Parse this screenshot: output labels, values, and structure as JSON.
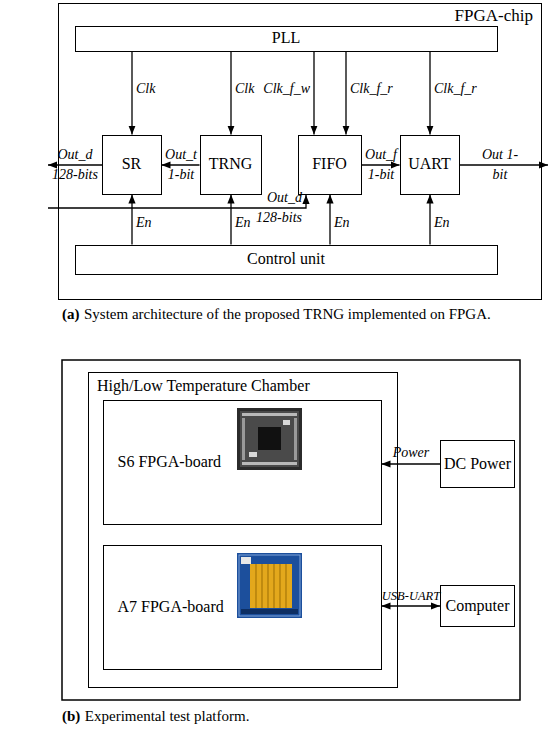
{
  "diagram": {
    "nodes": [
      {
        "text": [
          "FPGA-chip"
        ]
      },
      {
        "text": [
          "PLL"
        ],
        "in": 0
      },
      {
        "text": [
          "SR"
        ],
        "in": 0
      },
      {
        "text": [
          "TRNG"
        ],
        "in": 0
      },
      {
        "text": [
          "FIFO"
        ],
        "in": 0
      },
      {
        "text": [
          "UART"
        ],
        "in": 0
      },
      {
        "text": [
          "Control unit"
        ],
        "in": 0
      },
      {
        "text": [
          "High/Low Temperature Chamber"
        ]
      },
      {
        "text": [
          "S6 FPGA-board"
        ],
        "in": 7
      },
      {
        "text": [
          "A7 FPGA-board"
        ],
        "in": 7
      },
      {
        "text": [
          "DC Power"
        ]
      },
      {
        "text": [
          "Computer"
        ]
      }
    ],
    "edges": [
      {
        "from": 1,
        "to": 2,
        "arrow": "to",
        "label": "Clk"
      },
      {
        "from": 1,
        "to": 3,
        "arrow": "to",
        "label": "Clk"
      },
      {
        "from": 1,
        "to": 4,
        "arrow": "to",
        "label": "Clk_f_w"
      },
      {
        "from": 1,
        "to": 4,
        "arrow": "to",
        "label": "Clk_f_r"
      },
      {
        "from": 1,
        "to": 5,
        "arrow": "to",
        "label": "Clk_f_r"
      },
      {
        "from": 3,
        "to": 2,
        "arrow": "to",
        "label": "Out_t 1-bit"
      },
      {
        "from": 4,
        "to": 5,
        "arrow": "to",
        "label": "Out_f 1-bit"
      },
      {
        "from": 6,
        "to": 2,
        "arrow": "to",
        "label": "En"
      },
      {
        "from": 6,
        "to": 3,
        "arrow": "to",
        "label": "En"
      },
      {
        "from": 6,
        "to": 4,
        "arrow": "to",
        "label": "En"
      },
      {
        "from": 6,
        "to": 5,
        "arrow": "to",
        "label": "En"
      },
      {
        "from": 10,
        "to": 8,
        "arrow": "to",
        "label": "Power"
      },
      {
        "from": 9,
        "to": 11,
        "arrow": "both",
        "label": "USB-UART"
      }
    ],
    "labels": [
      "Out_d 128-bits",
      "Out_d 128-bits",
      "Out 1-bit",
      "(a)",
      "System architecture of the proposed TRNG implemented on FPGA.",
      "(b)",
      "Experimental test platform."
    ]
  }
}
